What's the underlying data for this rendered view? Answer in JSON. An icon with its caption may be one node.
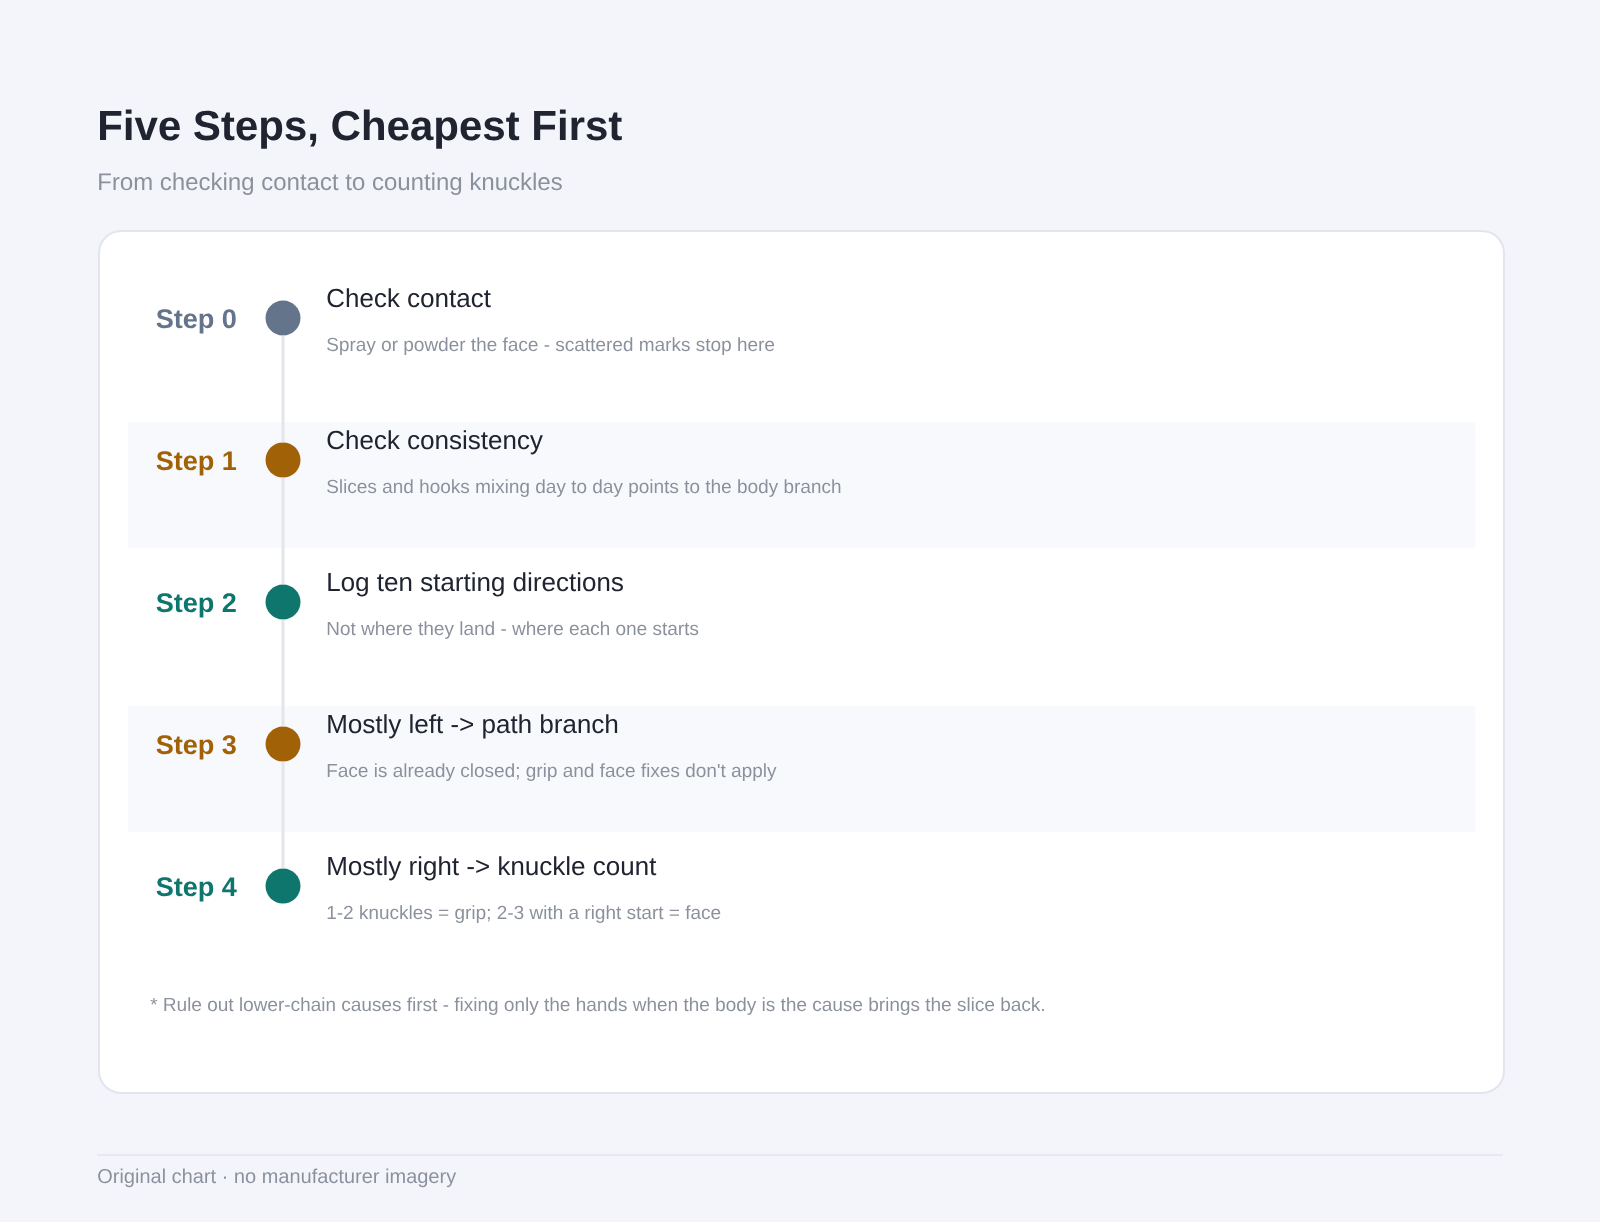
{
  "diagram": {
    "title": "Five Steps, Cheapest First",
    "nodes": [
      {
        "text": [
          "* Rule out lower-chain causes first - fixing only the hands when the body is the cause brings the slice back."
        ]
      },
      {
        "text": [
          "Step 0",
          "Check contact",
          "Spray or powder the face - scattered marks stop here"
        ],
        "in": 0
      },
      {
        "text": [],
        "shape": "circle",
        "in": 1
      },
      {
        "text": [
          "Step 1",
          "Check consistency",
          "Slices and hooks mixing day to day points to the body branch"
        ],
        "in": 0
      },
      {
        "text": [],
        "shape": "circle",
        "in": 3
      },
      {
        "text": [
          "Step 2",
          "Log ten starting directions",
          "Not where they land - where each one starts"
        ],
        "in": 0
      },
      {
        "text": [],
        "shape": "circle",
        "in": 5
      },
      {
        "text": [
          "Step 3",
          "Mostly left -> path branch",
          "Face is already closed; grip and face fixes don't apply"
        ],
        "in": 0
      },
      {
        "text": [],
        "shape": "circle",
        "in": 7
      },
      {
        "text": [
          "Step 4",
          "Mostly right -> knuckle count",
          "1-2 knuckles = grip; 2-3 with a right start = face"
        ],
        "in": 0
      },
      {
        "text": [],
        "shape": "circle",
        "in": 9
      }
    ],
    "edges": [
      {
        "from": 2,
        "to": 4,
        "arrow": "none"
      },
      {
        "from": 4,
        "to": 6,
        "arrow": "none"
      },
      {
        "from": 6,
        "to": 8,
        "arrow": "none"
      },
      {
        "from": 8,
        "to": 10,
        "arrow": "none"
      }
    ],
    "labels": [
      "From checking contact to counting knuckles",
      "Original chart · no manufacturer imagery"
    ]
  }
}
